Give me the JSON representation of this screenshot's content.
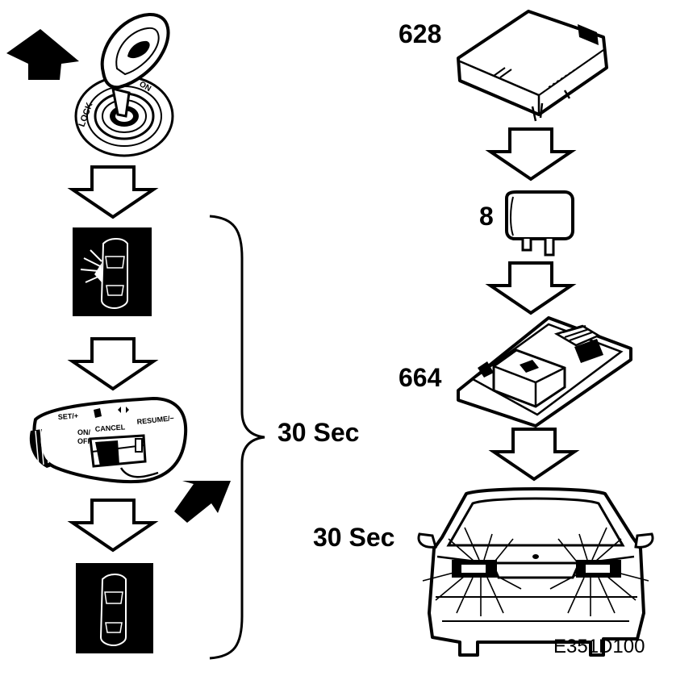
{
  "labels": {
    "ecu_ref": "628",
    "relay_ref": "8",
    "headlight_module_ref": "664",
    "brace_duration": "30 Sec",
    "car_duration": "30 Sec",
    "figure_code": "E351D100"
  },
  "switch_text": {
    "set": "SET/+",
    "on_off_1": "ON/",
    "on_off_2": "OFF",
    "cancel": "CANCEL",
    "resume": "RESUME/−"
  },
  "ignition_text": {
    "lock": "LOCK",
    "on": "ON"
  },
  "colors": {
    "ink": "#000000",
    "paper": "#ffffff"
  }
}
